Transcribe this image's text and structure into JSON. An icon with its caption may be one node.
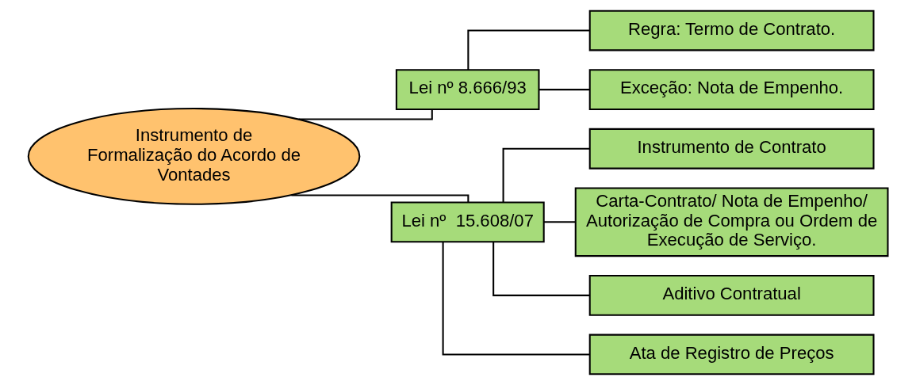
{
  "diagram": {
    "nodes": [
      {
        "text": [
          "Instrumento de Formalização do Acordo de Vontades"
        ]
      },
      {
        "text": [
          "Lei nº 8.666/93"
        ]
      },
      {
        "text": [
          "Regra: Termo de Contrato."
        ]
      },
      {
        "text": [
          "Exceção: Nota de Empenho."
        ]
      },
      {
        "text": [
          "Lei nº  15.608/07"
        ]
      },
      {
        "text": [
          "Instrumento de Contrato"
        ]
      },
      {
        "text": [
          "Carta-Contrato/ Nota de Empenho/ Autorização de Compra ou Ordem de Execução de Serviço."
        ]
      },
      {
        "text": [
          "Aditivo Contratual"
        ]
      },
      {
        "text": [
          "Ata de Registro de Preços"
        ]
      }
    ],
    "edges": [
      {
        "from": 0,
        "to": 1,
        "arrow": "none"
      },
      {
        "from": 0,
        "to": 4,
        "arrow": "none"
      },
      {
        "from": 1,
        "to": 2,
        "arrow": "none"
      },
      {
        "from": 1,
        "to": 3,
        "arrow": "none"
      },
      {
        "from": 4,
        "to": 5,
        "arrow": "none"
      },
      {
        "from": 4,
        "to": 6,
        "arrow": "none"
      },
      {
        "from": 4,
        "to": 7,
        "arrow": "none"
      },
      {
        "from": 4,
        "to": 8,
        "arrow": "none"
      }
    ]
  }
}
